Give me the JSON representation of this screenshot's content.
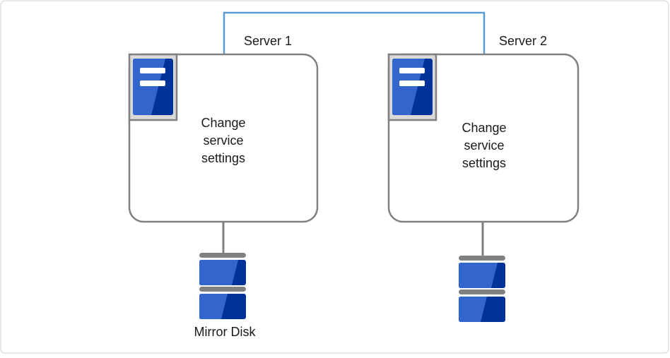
{
  "servers": [
    {
      "label": "Server 1",
      "text": [
        "Change",
        "service",
        "settings"
      ]
    },
    {
      "label": "Server 2",
      "text": [
        "Change",
        "service",
        "settings"
      ]
    }
  ],
  "disk_label": "Mirror Disk",
  "colors": {
    "light_blue": "#3366cc",
    "dark_blue": "#003399",
    "network_line": "#5b9bd5",
    "outline": "#808080",
    "icon_bg": "#d9d9d9"
  }
}
